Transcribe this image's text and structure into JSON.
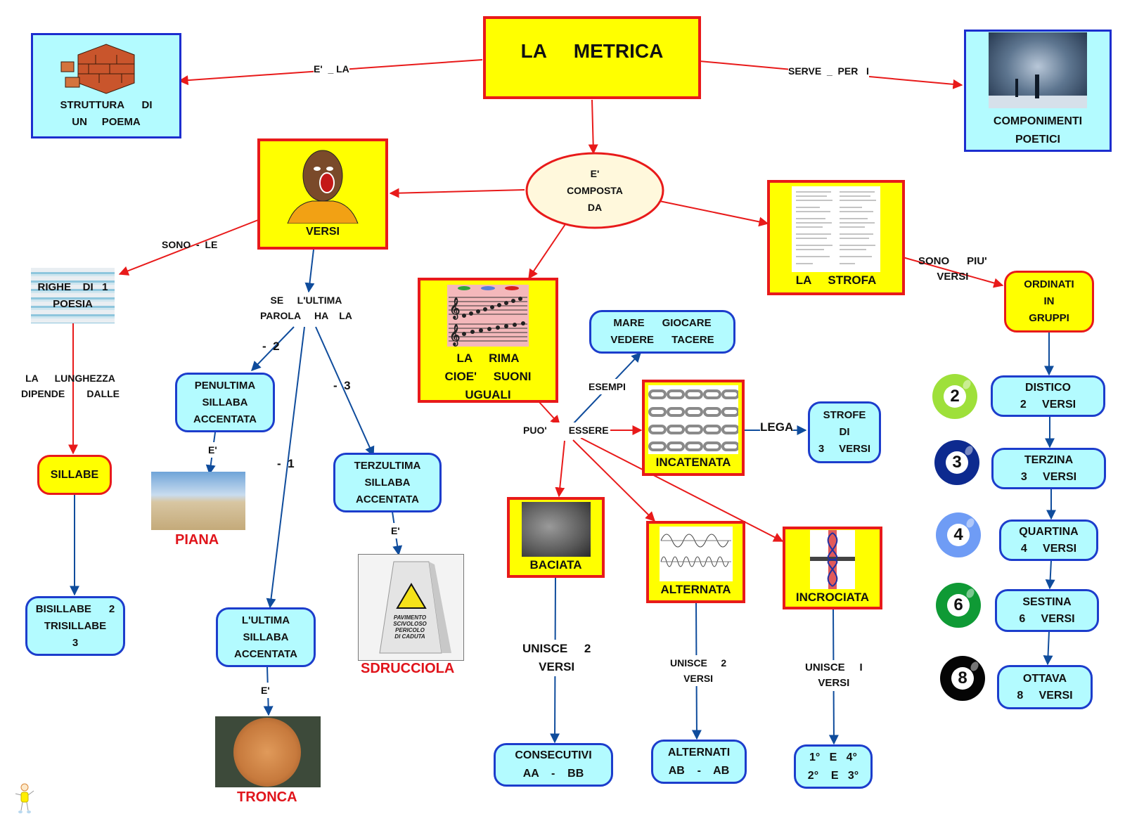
{
  "colors": {
    "red_edge": "#e81a1a",
    "blue_edge": "#0f4c9c",
    "yellow_fill": "#ffff00",
    "cyan_fill": "#b3fbff",
    "title_red": "#e0141b"
  },
  "nodes": {
    "title": "LA     METRICA",
    "struttura": "STRUTTURA      DI\nUN     POEMA",
    "componimenti": "COMPONIMENTI\nPOETICI",
    "composta": "E'\nCOMPOSTA\nDA",
    "versi": "VERSI",
    "strofa": "LA     STROFA",
    "rima": "LA     RIMA\nCIOE'     SUONI\nUGUALI",
    "righe": "RIGHE    DI   1\nPOESIA",
    "sillabe": "SILLABE",
    "bisillabe": "BISILLABE      2\nTRISILLABE\n3",
    "penultima": "PENULTIMA\nSILLABA\nACCENTATA",
    "terzultima": "TERZULTIMA\nSILLABA\nACCENTATA",
    "ultima": "L'ULTIMA\nSILLABA\nACCENTATA",
    "esempi_parole": "MARE      GIOCARE\nVEDERE      TACERE",
    "incatenata": "INCATENATA",
    "strofe_3": "STROFE\nDI\n3     VERSI",
    "baciata": "BACIATA",
    "alternata": "ALTERNATA",
    "incrociata": "INCROCIATA",
    "consecutivi": "CONSECUTIVI\nAA    -    BB",
    "alternati": "ALTERNATI\nAB    -    AB",
    "primo_quarto": "1°   E   4°\n2°    E   3°",
    "ordinati": "ORDINATI\nIN\nGRUPPI",
    "groups": [
      {
        "name": "DISTICO",
        "count": "2",
        "label": "DISTICO\n2     VERSI",
        "ball": "2",
        "ball_color": "#9ee03a"
      },
      {
        "name": "TERZINA",
        "count": "3",
        "label": "TERZINA\n3     VERSI",
        "ball": "3",
        "ball_color": "#0d2a8f"
      },
      {
        "name": "QUARTINA",
        "count": "4",
        "label": "QUARTINA\n4     VERSI",
        "ball": "4",
        "ball_color": "#6f9cf5"
      },
      {
        "name": "SESTINA",
        "count": "6",
        "label": "SESTINA\n6     VERSI",
        "ball": "6",
        "ball_color": "#0f9a35"
      },
      {
        "name": "OTTAVA",
        "count": "8",
        "label": "OTTAVA\n8     VERSI",
        "ball": "8",
        "ball_color": "#050505"
      }
    ]
  },
  "image_captions": {
    "piana": "PIANA",
    "tronca": "TRONCA",
    "sdrucciola": "SDRUCCIOLA",
    "sign_text": "PAVIMENTO\nSCIVOLOSO\nPERICOLO\nDI CADUTA"
  },
  "edge_labels": {
    "e_la": "E'  _ LA",
    "serve_per": "SERVE  _  PER   I",
    "sono_le": "SONO  -  LE",
    "se_ultima": "SE     L'ULTIMA\nPAROLA     HA    LA",
    "minus2": "-  2",
    "minus3": "-  3",
    "minus1": "-  1",
    "lunghezza": "LA      LUNGHEZZA\nDIPENDE        DALLE",
    "e_piana": "E'",
    "e_sdrucciola": "E'",
    "e_tronca": "E'",
    "puo_essere": "PUO'        ESSERE",
    "esempi": "ESEMPI",
    "lega": "LEGA",
    "unisce_2_a": "UNISCE     2\nVERSI",
    "unisce_2_b": "UNISCE     2\nVERSI",
    "unisce_i": "UNISCE     I\nVERSI",
    "sono_piu": "SONO      PIU'\nVERSI"
  }
}
